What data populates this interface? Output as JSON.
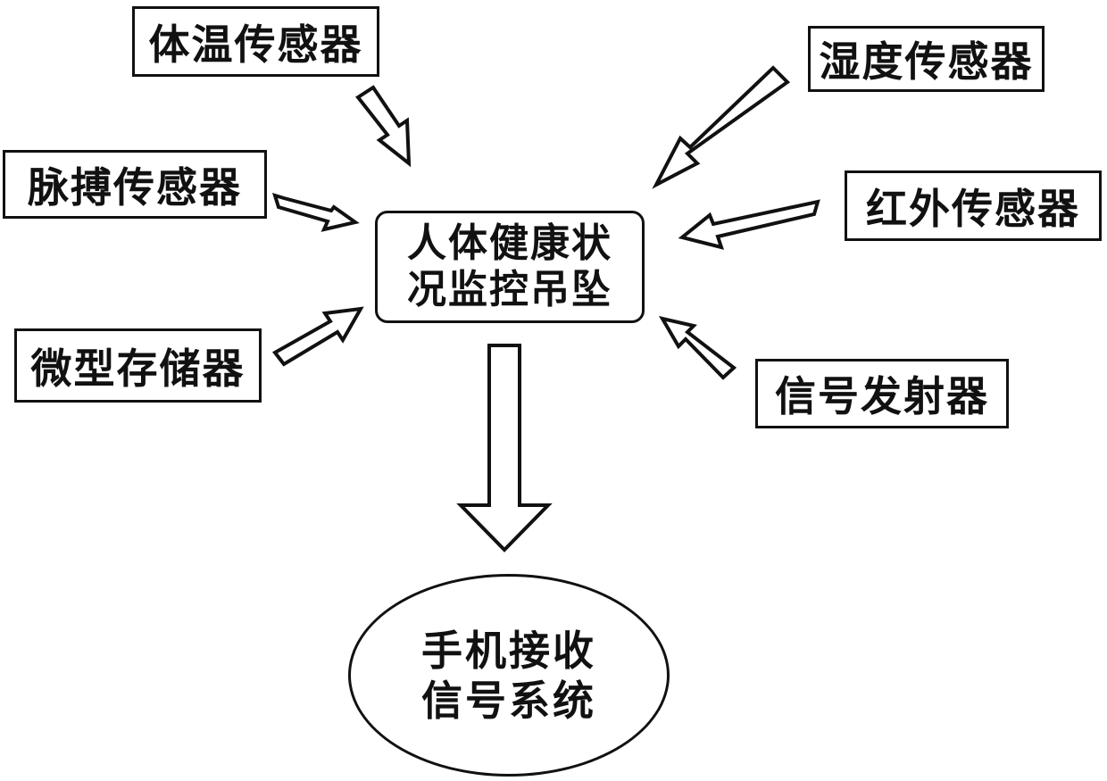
{
  "diagram": {
    "center_node": {
      "line1": "人体健康状",
      "line2": "况监控吊坠"
    },
    "sensors": {
      "body_temperature": "体温传感器",
      "humidity": "湿度传感器",
      "pulse": "脉搏传感器",
      "infrared": "红外传感器",
      "micro_storage": "微型存储器",
      "signal_transmitter": "信号发射器"
    },
    "output_node": {
      "line1": "手机接收",
      "line2": "信号系统"
    }
  }
}
